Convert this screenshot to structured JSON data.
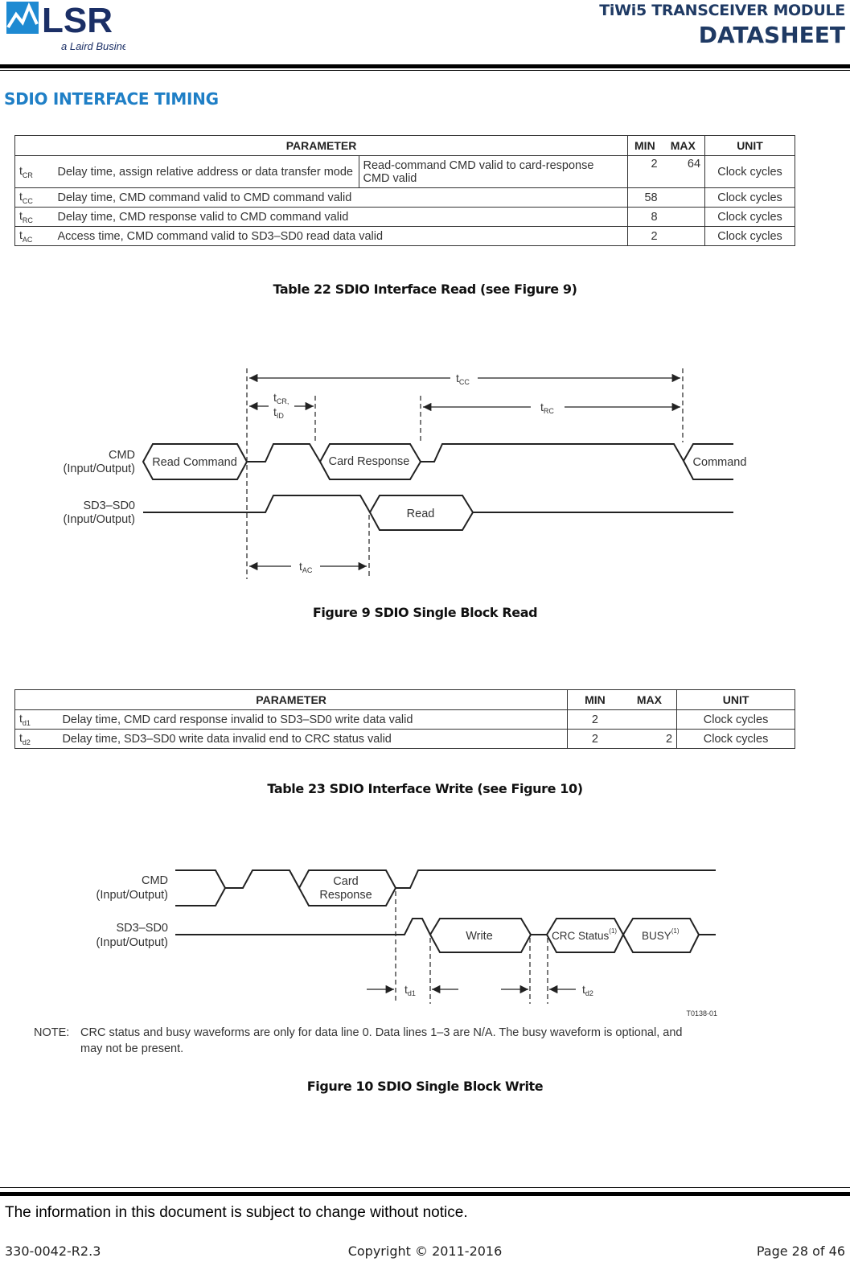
{
  "header": {
    "logo_text": "LSR",
    "logo_tagline": "a Laird Business",
    "module_title": "TiWi5 TRANSCEIVER MODULE",
    "doc_type": "DATASHEET"
  },
  "section_title": "SDIO INTERFACE TIMING",
  "table22": {
    "headers": {
      "parameter": "PARAMETER",
      "min": "MIN",
      "max": "MAX",
      "unit": "UNIT"
    },
    "rows": [
      {
        "sym": "t",
        "sub": "CR",
        "desc": "Delay time, assign relative address or data transfer mode",
        "desc2": "Read-command CMD valid to card-response CMD valid",
        "min": "2",
        "max": "64",
        "unit": "Clock cycles"
      },
      {
        "sym": "t",
        "sub": "CC",
        "desc": "Delay time, CMD command valid to CMD command valid",
        "min": "58",
        "max": "",
        "unit": "Clock cycles"
      },
      {
        "sym": "t",
        "sub": "RC",
        "desc": "Delay time, CMD response valid to CMD command valid",
        "min": "8",
        "max": "",
        "unit": "Clock cycles"
      },
      {
        "sym": "t",
        "sub": "AC",
        "desc": "Access time, CMD command valid to SD3–SD0 read data valid",
        "min": "2",
        "max": "",
        "unit": "Clock cycles"
      }
    ],
    "caption": "Table 22 SDIO Interface Read (see Figure 9)"
  },
  "figure9": {
    "caption": "Figure 9 SDIO Single Block Read",
    "cmd_label_1": "CMD",
    "cmd_label_2": "(Input/Output)",
    "sd_label_1": "SD3–SD0",
    "sd_label_2": "(Input/Output)",
    "read_command": "Read Command",
    "card_response": "Card Response",
    "command": "Command",
    "read": "Read",
    "t_cc": "t",
    "t_cc_sub": "CC",
    "t_cr": "t",
    "t_cr_sub": "CR,",
    "t_id": "t",
    "t_id_sub": "ID",
    "t_rc": "t",
    "t_rc_sub": "RC",
    "t_ac": "t",
    "t_ac_sub": "AC"
  },
  "table23": {
    "headers": {
      "parameter": "PARAMETER",
      "min": "MIN",
      "max": "MAX",
      "unit": "UNIT"
    },
    "rows": [
      {
        "sym": "t",
        "sub": "d1",
        "desc": "Delay time, CMD card response invalid to SD3–SD0 write data valid",
        "min": "2",
        "max": "",
        "unit": "Clock cycles"
      },
      {
        "sym": "t",
        "sub": "d2",
        "desc": "Delay time, SD3–SD0 write data invalid end to CRC status valid",
        "min": "2",
        "max": "2",
        "unit": "Clock cycles"
      }
    ],
    "caption": "Table 23 SDIO Interface Write (see Figure 10)"
  },
  "figure10": {
    "caption": "Figure 10 SDIO Single Block Write",
    "cmd_label_1": "CMD",
    "cmd_label_2": "(Input/Output)",
    "sd_label_1": "SD3–SD0",
    "sd_label_2": "(Input/Output)",
    "card_1": "Card",
    "card_2": "Response",
    "write": "Write",
    "crc_status": "CRC Status",
    "crc_sup": "(1)",
    "busy": "BUSY",
    "busy_sup": "(1)",
    "t_d1": "t",
    "t_d1_sub": "d1",
    "t_d2": "t",
    "t_d2_sub": "d2",
    "ref": "T0138-01",
    "note_label": "NOTE:",
    "note_line1": "CRC status and busy waveforms are only for data line 0. Data lines 1–3 are N/A. The busy waveform is optional, and",
    "note_line2": "may not be present."
  },
  "footer": {
    "notice": "The information in this document is subject to change without notice.",
    "doc_number": "330-0042-R2.3",
    "copyright": "Copyright © 2011-2016",
    "page": "Page 28 of 46"
  },
  "colors": {
    "title_blue": "#1f7fc6",
    "header_navy": "#1f3a64",
    "logo_blue": "#1e8ad2",
    "logo_navy": "#1b2f66"
  }
}
